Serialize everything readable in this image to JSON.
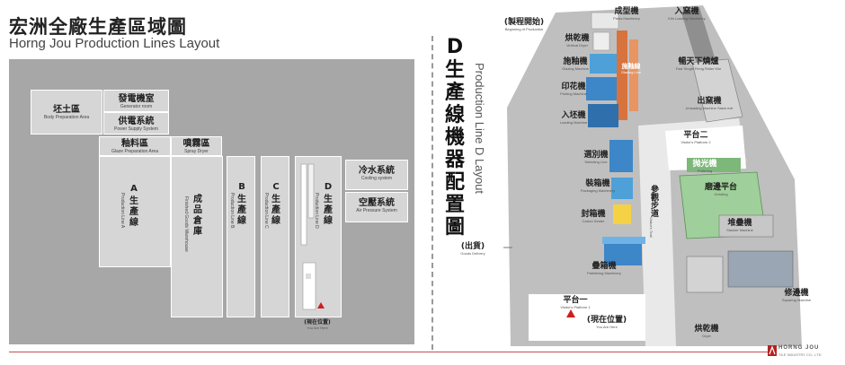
{
  "header": {
    "title_zh": "宏洲全廠生產區域圖",
    "title_en": "Horng Jou Production Lines Layout"
  },
  "floor_plan": {
    "body_prep": {
      "zh": "坯土區",
      "en": "Body Preparation Area"
    },
    "generator": {
      "zh": "發電機室",
      "en": "Generator room"
    },
    "power_supply": {
      "zh": "供電系統",
      "en": "Power Supply System"
    },
    "glaze_prep": {
      "zh": "釉料區",
      "en": "Glaze Preparation Area"
    },
    "spray_dryer": {
      "zh": "噴霧區",
      "en": "Spray Dryer"
    },
    "line_a": {
      "letter": "A",
      "zh": "生產線",
      "en": "Production Line A"
    },
    "warehouse": {
      "zh": "成品倉庫",
      "en": "Finished Goods Warehouse"
    },
    "line_b": {
      "letter": "B",
      "zh": "生產線",
      "en": "Production Line B"
    },
    "line_c": {
      "letter": "C",
      "zh": "生產線",
      "en": "Production Line C"
    },
    "line_d": {
      "letter": "D",
      "zh": "生產線",
      "en": "Production Line D"
    },
    "cooling": {
      "zh": "冷水系統",
      "en": "Cooling system"
    },
    "air_pressure": {
      "zh": "空壓系統",
      "en": "Air Pressure System"
    },
    "you_are_here": {
      "zh": "(現在位置)",
      "en": "You Are Here"
    }
  },
  "line_d": {
    "letter": "D",
    "title": "生產線機器配置圖",
    "subtitle_en": "Production Line D Layout",
    "beginning": {
      "zh": "(製程開始)",
      "en": "Beginning of Production"
    },
    "forming": {
      "zh": "成型機",
      "en": "Press Machinery"
    },
    "kiln_loading": {
      "zh": "入窯機",
      "en": "Kiln Loading Machinery"
    },
    "vertical_dryer": {
      "zh": "烘乾機",
      "en": "Vertical Dryer"
    },
    "glazing": {
      "zh": "施釉機",
      "en": "Glazing Machine"
    },
    "fast_kiln": {
      "zh": "暢天下燒爐",
      "en": "Fast Single Firing Roller Kiln"
    },
    "printing": {
      "zh": "印花機",
      "en": "Printing Machine"
    },
    "glaze_line_label": "施釉線",
    "glaze_line_en": "Glazing Line",
    "loading": {
      "zh": "入坯機",
      "en": "Loading Machine"
    },
    "unloading": {
      "zh": "出窯機",
      "en": "Unloading Machine Stack exit"
    },
    "platform2": {
      "zh": "平台二",
      "en": "Visitor's Platform 2"
    },
    "polishing": {
      "zh": "抛光機",
      "en": "Polishing"
    },
    "grinding": {
      "zh": "磨邊平台",
      "en": "Grinding"
    },
    "selecting": {
      "zh": "選別機",
      "en": "Selecting Line"
    },
    "packaging": {
      "zh": "裝箱機",
      "en": "Packaging Machinery"
    },
    "carton": {
      "zh": "封箱機",
      "en": "Carton Sealer"
    },
    "trail": {
      "zh": "參觀步道",
      "en": "Visitor's Trail"
    },
    "stacker": {
      "zh": "堆疊機",
      "en": "Stacker Machine"
    },
    "palletizing": {
      "zh": "疊箱機",
      "en": "Palletizing Machinery"
    },
    "goods_delivery": {
      "zh": "(出貨)",
      "en": "Goods Delivery"
    },
    "squaring": {
      "zh": "修邊機",
      "en": "Squaring Machine"
    },
    "dryer": {
      "zh": "烘乾機",
      "en": "Dryer"
    },
    "platform1": {
      "zh": "平台一",
      "en": "Visitor's Platform 1"
    },
    "you_are_here": {
      "zh": "(現在位置)",
      "en": "You Are Here"
    }
  },
  "footer": {
    "logo": "HORNG JOU",
    "sub": "TILE INDUSTRY CO., LTD"
  },
  "colors": {
    "panel": "#a7a7a7",
    "block": "#d6d6d6",
    "floor": "#bfbfbf",
    "machine_blue": "#3d86c8",
    "machine_green": "#9fcf9a",
    "conveyor_orange": "#d9733e",
    "marker_red": "#cc1f1f",
    "accent_line": "#c0504d"
  }
}
